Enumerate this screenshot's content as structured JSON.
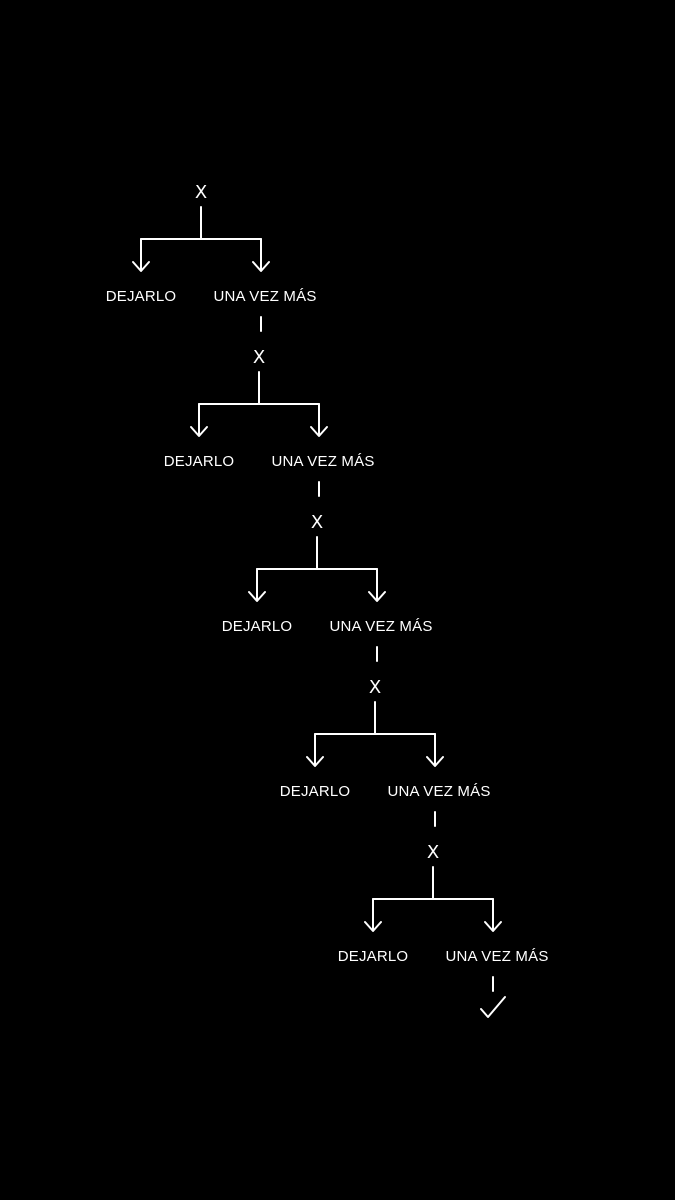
{
  "colors": {
    "background": "#000000",
    "foreground": "#ffffff"
  },
  "levels": [
    {
      "top_mark": "X",
      "left_option": "DEJARLO",
      "right_option": "UNA VEZ MÁS"
    },
    {
      "top_mark": "X",
      "left_option": "DEJARLO",
      "right_option": "UNA VEZ MÁS"
    },
    {
      "top_mark": "X",
      "left_option": "DEJARLO",
      "right_option": "UNA VEZ MÁS"
    },
    {
      "top_mark": "X",
      "left_option": "DEJARLO",
      "right_option": "UNA VEZ MÁS"
    },
    {
      "top_mark": "X",
      "left_option": "DEJARLO",
      "right_option": "UNA VEZ MÁS"
    }
  ],
  "final_mark": "✓",
  "final_mark_icon": "check-icon"
}
